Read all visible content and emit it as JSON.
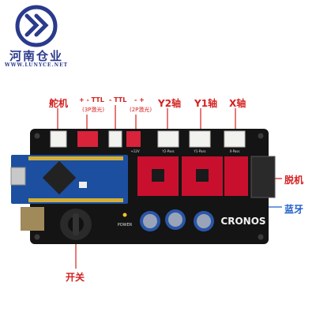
{
  "brand": {
    "name": "河南仓业",
    "url": "WWW.LUNYCE.NET",
    "color": "#2a3a8c"
  },
  "labels": {
    "servo": "舵机",
    "ttl_3p_sign": "+ -  TTL",
    "ttl_3p_note": "(3P激光)",
    "ttl_2p_sign": "-  TTL",
    "ttl_2p_polarity": "-  +",
    "ttl_2p_note": "(2P激光)",
    "y2_axis": "Y2轴",
    "y1_axis": "Y1轴",
    "x_axis": "X轴",
    "offline": "脱机",
    "bluetooth": "蓝牙",
    "switch": "开关"
  },
  "board": {
    "brand_mark": "CRONOS",
    "power_label": "POWER",
    "voltage_label": "+12V",
    "driver_labels": [
      "Y2-Pass",
      "Y1-Pass",
      "X-Pass"
    ]
  },
  "colors": {
    "label_red": "#d42020",
    "label_blue": "#1f5fc8",
    "board_black": "#141414",
    "arduino_blue": "#1c4fa0",
    "driver_red": "#c8102e"
  }
}
